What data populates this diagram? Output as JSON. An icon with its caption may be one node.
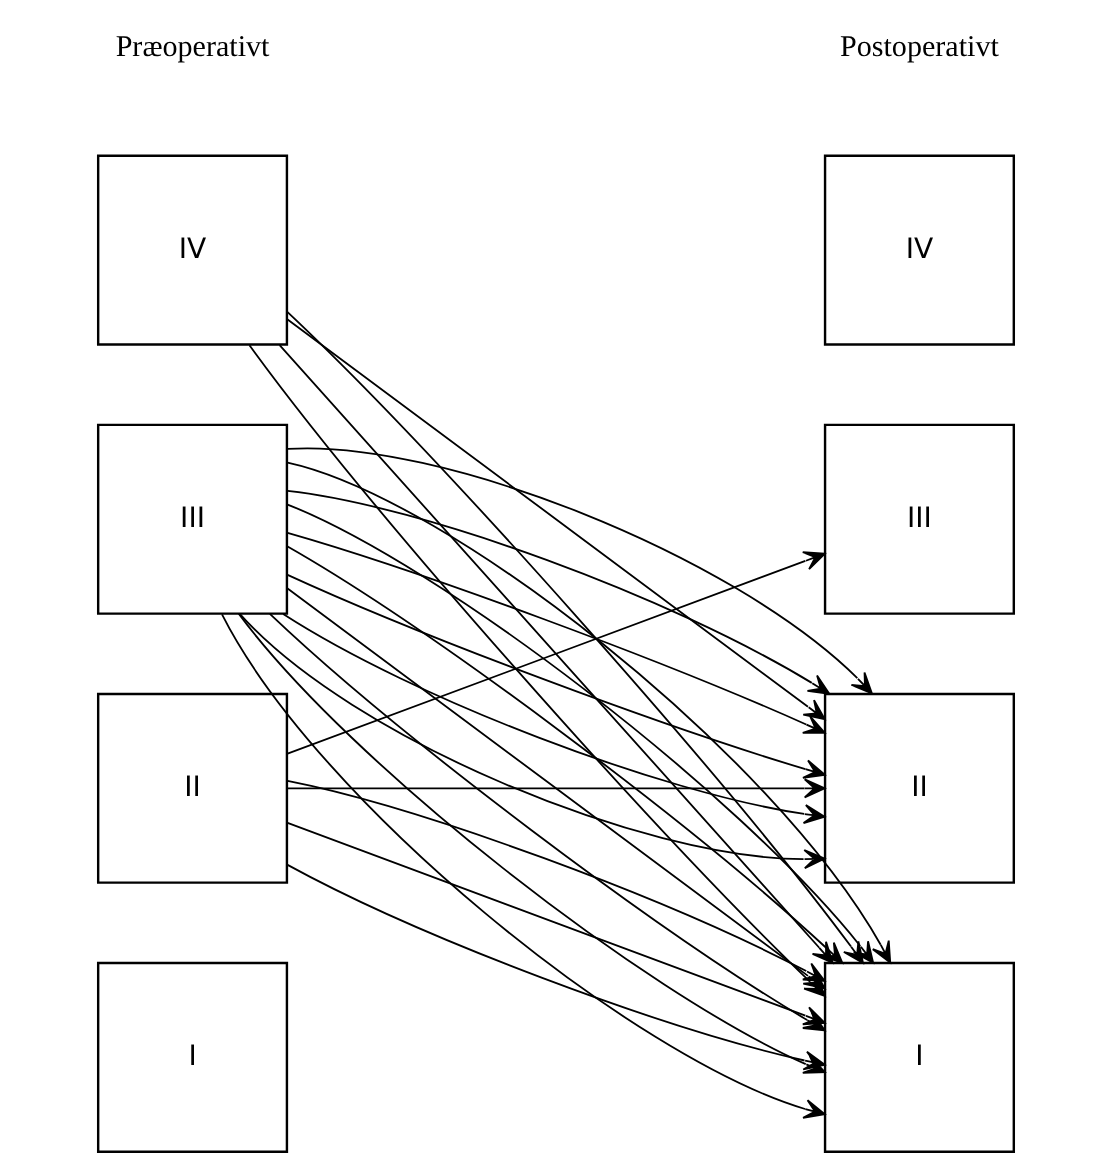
{
  "diagram": {
    "nodes": [
      {
        "text": [
          "IV"
        ]
      },
      {
        "text": [
          "III"
        ]
      },
      {
        "text": [
          "II"
        ]
      },
      {
        "text": [
          "I"
        ]
      },
      {
        "text": [
          "IV"
        ]
      },
      {
        "text": [
          "III"
        ]
      },
      {
        "text": [
          "II"
        ]
      },
      {
        "text": [
          "I"
        ]
      }
    ],
    "edges": [
      {
        "from": 0,
        "to": 6,
        "arrow": "to"
      },
      {
        "from": 0,
        "to": 7,
        "arrow": "to"
      },
      {
        "from": 0,
        "to": 7,
        "arrow": "to"
      },
      {
        "from": 0,
        "to": 7,
        "arrow": "to"
      },
      {
        "from": 1,
        "to": 6,
        "arrow": "to"
      },
      {
        "from": 1,
        "to": 6,
        "arrow": "to"
      },
      {
        "from": 1,
        "to": 6,
        "arrow": "to"
      },
      {
        "from": 1,
        "to": 6,
        "arrow": "to"
      },
      {
        "from": 1,
        "to": 6,
        "arrow": "to"
      },
      {
        "from": 1,
        "to": 6,
        "arrow": "to"
      },
      {
        "from": 1,
        "to": 7,
        "arrow": "to"
      },
      {
        "from": 1,
        "to": 7,
        "arrow": "to"
      },
      {
        "from": 1,
        "to": 7,
        "arrow": "to"
      },
      {
        "from": 1,
        "to": 7,
        "arrow": "to"
      },
      {
        "from": 1,
        "to": 7,
        "arrow": "to"
      },
      {
        "from": 1,
        "to": 7,
        "arrow": "to"
      },
      {
        "from": 1,
        "to": 7,
        "arrow": "to"
      },
      {
        "from": 2,
        "to": 5,
        "arrow": "to"
      },
      {
        "from": 2,
        "to": 6,
        "arrow": "to"
      },
      {
        "from": 2,
        "to": 7,
        "arrow": "to"
      },
      {
        "from": 2,
        "to": 7,
        "arrow": "to"
      },
      {
        "from": 2,
        "to": 7,
        "arrow": "to"
      }
    ],
    "labels": [
      "Præoperativt",
      "Postoperativt"
    ]
  }
}
